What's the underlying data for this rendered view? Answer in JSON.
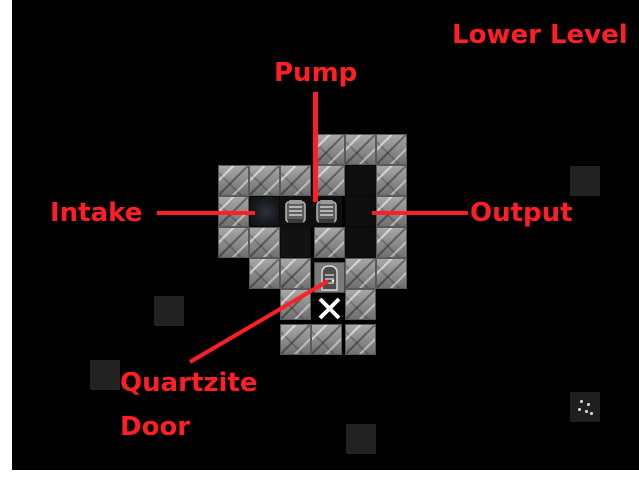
{
  "labels": {
    "level": "Lower Level",
    "pump": "Pump",
    "intake": "Intake",
    "output": "Output",
    "door_line1": "Quartzite",
    "door_line2": "Door"
  },
  "map": {
    "door_marker": "X",
    "icons": [
      "pump-icon",
      "door-icon",
      "x-mark-icon",
      "gravel-icon"
    ]
  },
  "colors": {
    "background": "#000000",
    "label": "#ff1e24",
    "wall": "#8d8d8d",
    "frame": "#ffffff"
  }
}
